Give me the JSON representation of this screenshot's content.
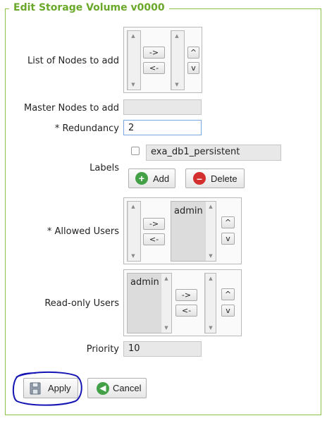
{
  "legend": "Edit Storage Volume v0000",
  "nodes": {
    "label": "List of Nodes to add",
    "add_arrow": "->",
    "remove_arrow": "<-",
    "up": "^",
    "down": "v"
  },
  "master_nodes": {
    "label": "Master Nodes to add",
    "value": ""
  },
  "redundancy": {
    "label": "* Redundancy",
    "value": "2"
  },
  "labels": {
    "label": "Labels",
    "items": [
      {
        "text": "exa_db1_persistent",
        "checked": false
      }
    ],
    "add_label": "Add",
    "delete_label": "Delete"
  },
  "allowed_users": {
    "label": "* Allowed Users",
    "available": [],
    "selected": [
      "admin"
    ],
    "add_arrow": "->",
    "remove_arrow": "<-",
    "up": "^",
    "down": "v"
  },
  "readonly_users": {
    "label": "Read-only Users",
    "available": [
      "admin"
    ],
    "selected": [],
    "add_arrow": "->",
    "remove_arrow": "<-",
    "up": "^",
    "down": "v"
  },
  "priority": {
    "label": "Priority",
    "value": "10"
  },
  "actions": {
    "apply": "Apply",
    "cancel": "Cancel"
  },
  "colors": {
    "accent": "#6aa82a",
    "annotation": "#1414b4",
    "delete": "#d32f2f",
    "add": "#43a047"
  }
}
